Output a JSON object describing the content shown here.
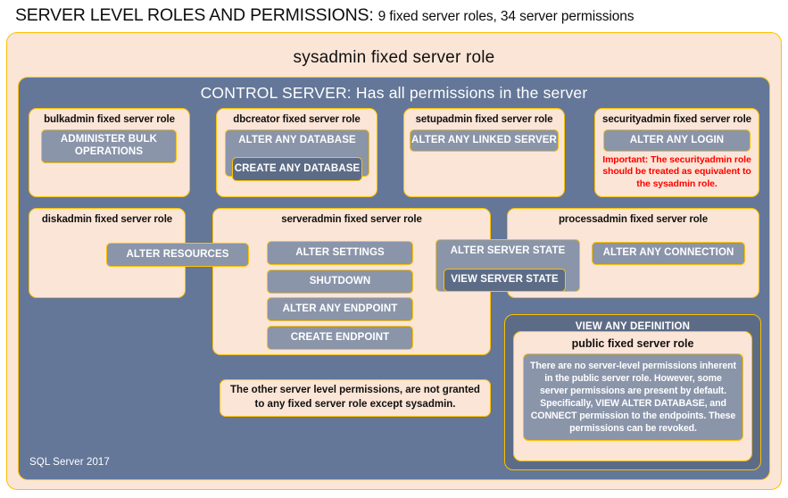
{
  "title": {
    "main": "SERVER LEVEL ROLES AND PERMISSIONS:",
    "sub": "9 fixed server roles, 34 server permissions"
  },
  "sysadmin": {
    "label": "sysadmin  fixed  server  role"
  },
  "control_server": {
    "label": "CONTROL SERVER: Has all permissions in the server"
  },
  "roles": {
    "bulkadmin": {
      "title": "bulkadmin  fixed server role",
      "permissions": [
        {
          "line1": "ADMINISTER  BULK",
          "line2": "OPERATIONS"
        }
      ]
    },
    "dbcreator": {
      "title": "dbcreator fixed server role",
      "permissions": [
        {
          "label": "ALTER ANY DATABASE"
        },
        {
          "label": "CREATE  ANY DATABASE"
        }
      ]
    },
    "setupadmin": {
      "title": "setupadmin fixed server role",
      "permissions": [
        {
          "label": "ALTER ANY LINKED SERVER"
        }
      ]
    },
    "securityadmin": {
      "title": "securityadmin  fixed server role",
      "permissions": [
        {
          "label": "ALTER ANY LOGIN"
        }
      ],
      "important_note": "Important:  The securityadmin role should  be treated as equivalent to the sysadmin role."
    },
    "diskadmin": {
      "title": "diskadmin fixed server role",
      "permissions": [
        {
          "label": "ALTER RESOURCES"
        }
      ]
    },
    "serveradmin": {
      "title": "serveradmin fixed server role",
      "permissions": [
        {
          "label": "ALTER SETTINGS"
        },
        {
          "label": "SHUTDOWN"
        },
        {
          "label": "ALTER ANY ENDPOINT"
        },
        {
          "label": "CREATE  ENDPOINT"
        },
        {
          "label": "ALTER SERVER STATE"
        },
        {
          "label": "VIEW SERVER STATE"
        }
      ]
    },
    "processadmin": {
      "title": "processadmin fixed server role",
      "permissions": [
        {
          "label": "ALTER ANY CONNECTION"
        }
      ]
    },
    "public": {
      "frame_permission": "VIEW ANY DEFINITION",
      "title": "public  fixed server role",
      "description": "There are no server-level permissions inherent in the public server role. However, some server permissions are present by default. Specifically, VIEW ALTER DATABASE, and CONNECT permission to the endpoints. These permissions can be revoked."
    }
  },
  "other_permissions_note": "The other server level permissions,  are not granted to any fixed server role except sysadmin.",
  "footer": {
    "label": "SQL Server 2017"
  },
  "colors": {
    "peach": "#fbe5d6",
    "gold_border": "#ffc000",
    "slate": "#647798",
    "chip_slate": "#8a95aa",
    "chip_slate_dark": "#5d6c86",
    "alert_red": "#ff0000",
    "title_text": "#0d0d0d"
  }
}
